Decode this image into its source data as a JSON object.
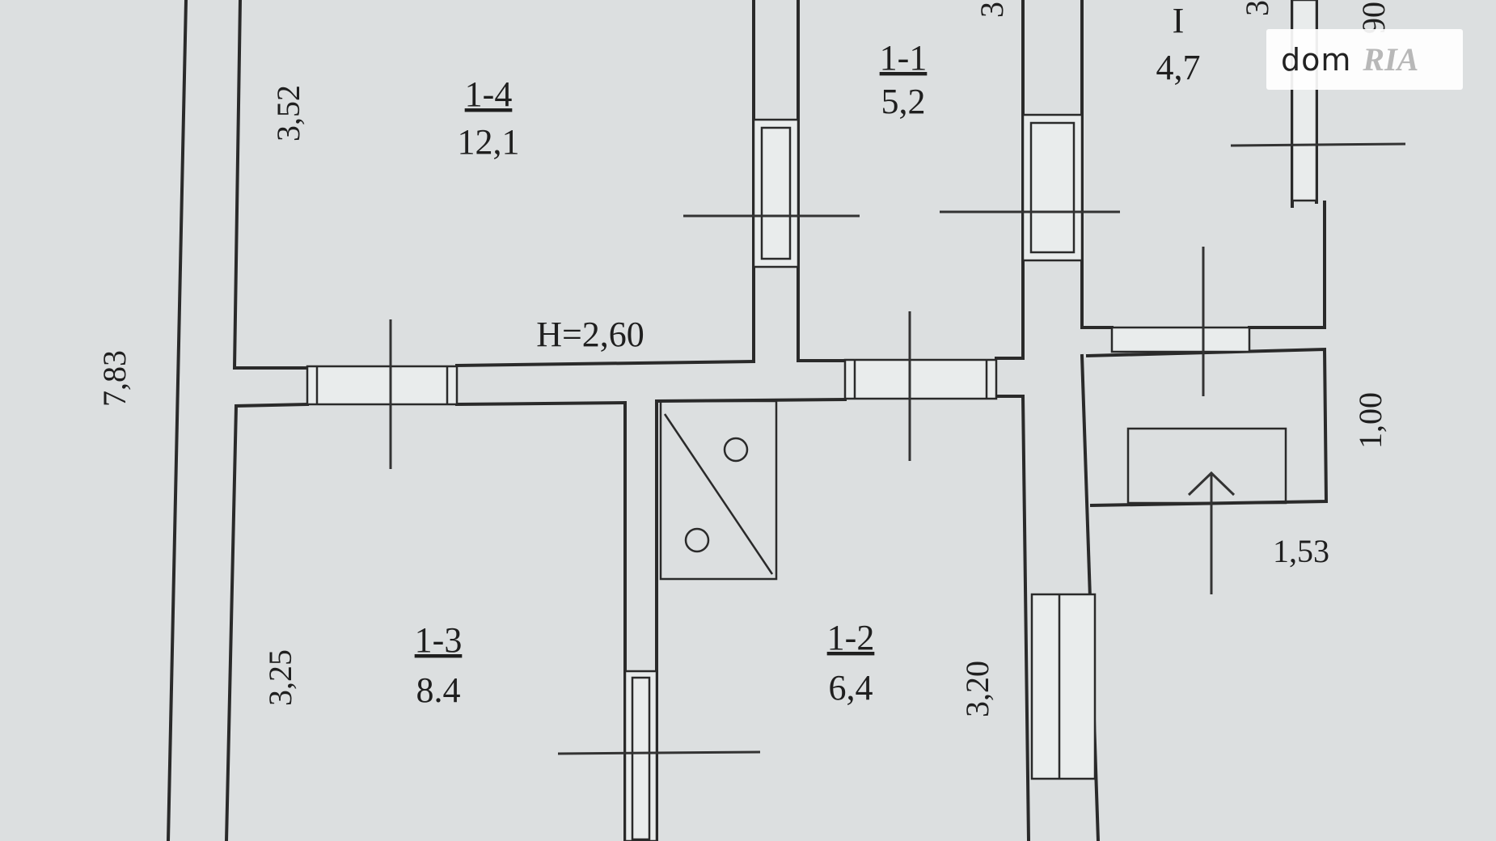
{
  "rooms": [
    {
      "id": "1-4",
      "area": "12,1"
    },
    {
      "id": "1-1",
      "area": "5,2"
    },
    {
      "id": "I",
      "area": "4,7"
    },
    {
      "id": "1-3",
      "area": "8.4"
    },
    {
      "id": "1-2",
      "area": "6,4"
    }
  ],
  "dimensions": {
    "d1": "3,52",
    "d2": "7,83",
    "d3": "3,25",
    "d4": "3,20",
    "d5": "1,00",
    "d6": "1,53",
    "d7": "3",
    "d8": "3",
    "d9": "90"
  },
  "height_label": "H=2,60",
  "watermark": {
    "left": "dom",
    "right": "RIA"
  }
}
